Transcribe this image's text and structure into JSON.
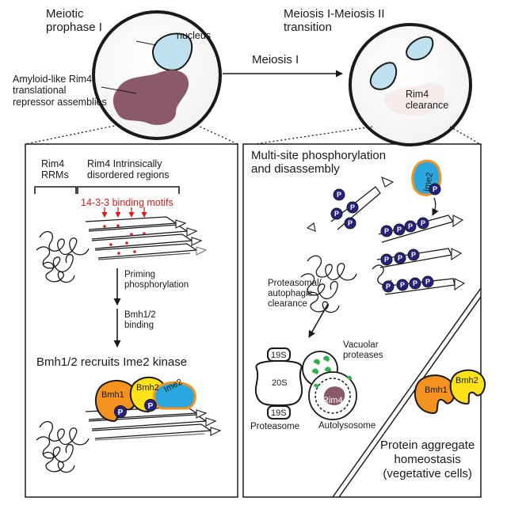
{
  "top": {
    "phase_left": [
      "Meiotic",
      "prophase I"
    ],
    "nucleus": "nucleus",
    "amyloid": [
      "Amyloid-like Rim4",
      "translational",
      "repressor assemblies"
    ],
    "phase_right": [
      "Meiosis I-Meiosis II",
      "transition"
    ],
    "arrow_label": "Meiosis I",
    "rim4_clearance": [
      "Rim4",
      "clearance"
    ]
  },
  "left_panel": {
    "rrms": [
      "Rim4",
      "RRMs"
    ],
    "idr": [
      "Rim4 Intrinsically",
      "disordered regions"
    ],
    "motifs": "14-3-3 binding motifs",
    "step1": [
      "Priming",
      "phosphorylation"
    ],
    "step2": [
      "Bmh1/2",
      "binding"
    ],
    "title": "Bmh1/2 recruits Ime2 kinase",
    "proteins": {
      "bmh1": "Bmh1",
      "bmh2": "Bmh2",
      "ime2": "Ime2",
      "p": "P"
    }
  },
  "right_panel": {
    "title": [
      "Multi-site phosphorylation",
      "and disassembly"
    ],
    "ime2": "Ime2",
    "p": "P",
    "clearance": [
      "Proteasomal/",
      "autophagic",
      "clearance"
    ],
    "proteasome": {
      "cap": "19S",
      "core": "20S",
      "label": "Proteasome"
    },
    "vacuolar": [
      "Vacuolar",
      "proteases"
    ],
    "rim4": "Rim4",
    "autolysosome": "Autolysosome",
    "bmh1": "Bmh1",
    "bmh2": "Bmh2",
    "homeostasis": [
      "Protein aggregate",
      "homeostasis",
      "(vegetative cells)"
    ]
  },
  "colors": {
    "nucleus": "#bfe0ee",
    "aggregate": "#8a5a68",
    "bmh1": "#f3921e",
    "bmh2": "#fde21a",
    "ime2": "#2aa7df",
    "phospho": "#23237f",
    "red_text": "#e0191b",
    "vacuolar_dots": "#2db34a"
  }
}
